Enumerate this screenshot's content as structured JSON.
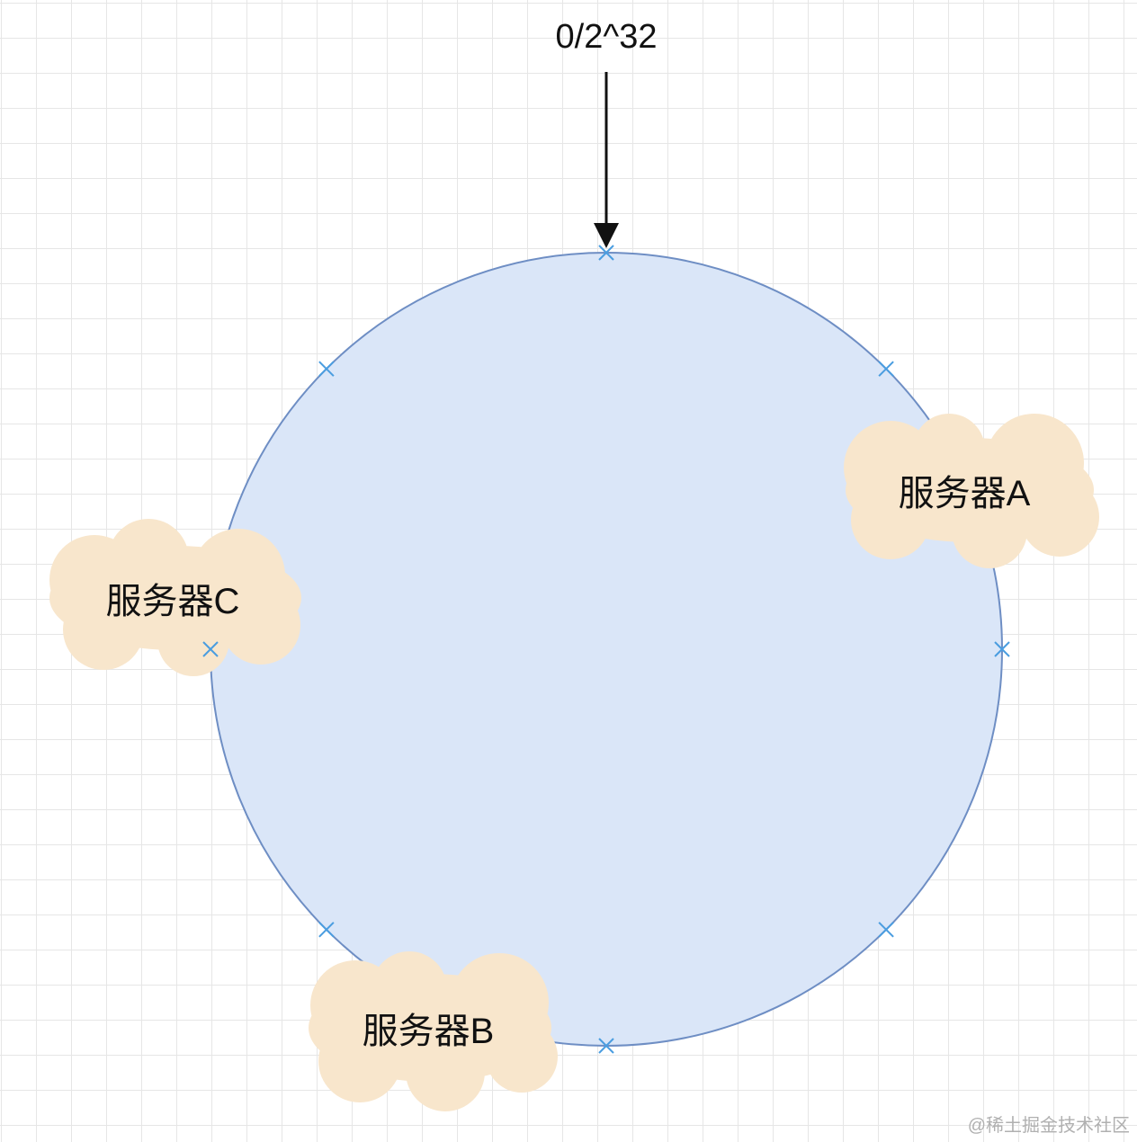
{
  "top_label": "0/2^32",
  "servers": [
    {
      "id": "A",
      "label": "服务器A"
    },
    {
      "id": "B",
      "label": "服务器B"
    },
    {
      "id": "C",
      "label": "服务器C"
    }
  ],
  "hash_ring": {
    "fill_color": "#dae6f8",
    "stroke_color": "#6e8ec4",
    "marker_color": "#4a9de0"
  },
  "cloud_color": "#f8e6cc",
  "watermark": "@稀土掘金技术社区"
}
